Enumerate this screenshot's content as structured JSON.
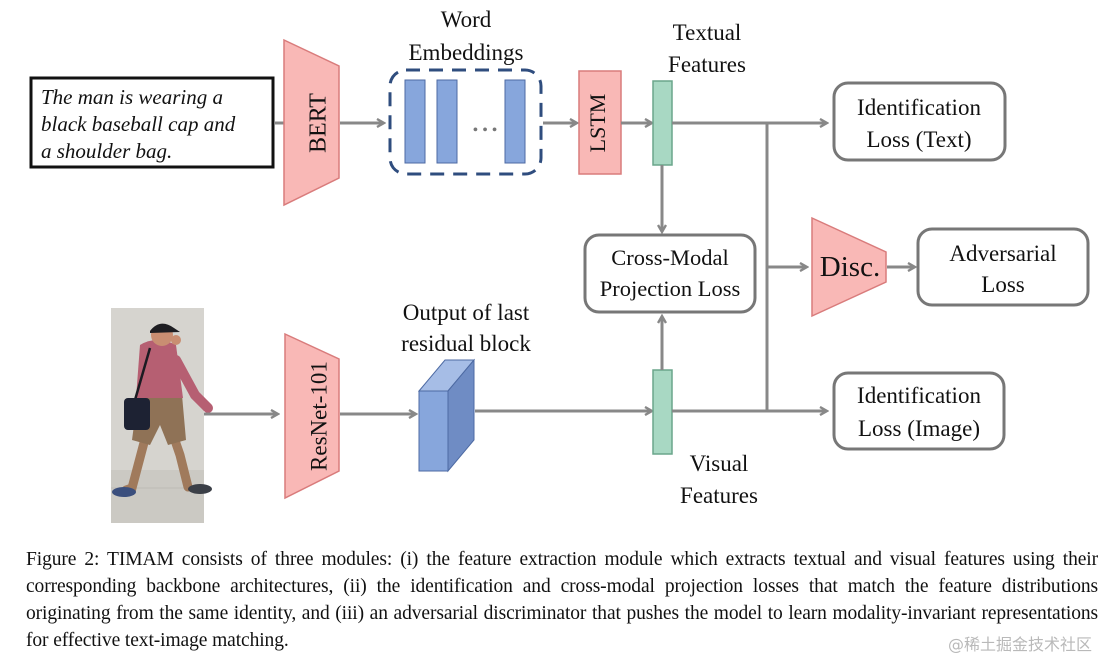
{
  "figure": {
    "input_text": {
      "lines": [
        "The man is wearing a",
        "black baseball cap and",
        "a shoulder bag."
      ]
    },
    "nodes": {
      "bert": "BERT",
      "word_embeddings": [
        "Word",
        "Embeddings"
      ],
      "ellipsis": "• • •",
      "lstm": "LSTM",
      "textual_features": [
        "Textual",
        "Features"
      ],
      "id_loss_text": [
        "Identification",
        "Loss (Text)"
      ],
      "cross_modal": [
        "Cross-Modal",
        "Projection Loss"
      ],
      "disc": "Disc.",
      "adversarial_loss": [
        "Adversarial",
        "Loss"
      ],
      "resnet": "ResNet-101",
      "last_block": [
        "Output of last",
        "residual block"
      ],
      "visual_features": [
        "Visual",
        "Features"
      ],
      "id_loss_image": [
        "Identification",
        "Loss (Image)"
      ]
    },
    "colors": {
      "pink": "#f9b8b6",
      "pink_stroke": "#d97c7c",
      "blue": "#87a6dc",
      "blue_stroke": "#4d6aa3",
      "green": "#a8d8c3",
      "green_stroke": "#6aa68b",
      "arrow": "#888888",
      "dash": "#2f4d7e"
    }
  },
  "caption": "Figure 2: TIMAM consists of three modules: (i) the feature extraction module which extracts textual and visual features using their corresponding backbone architectures, (ii) the identification and cross-modal projection losses that match the feature distributions originating from the same identity, and (iii) an adversarial discriminator that pushes the model to learn modality-invariant representations for effective text-image matching.",
  "watermark": "@稀土掘金技术社区"
}
